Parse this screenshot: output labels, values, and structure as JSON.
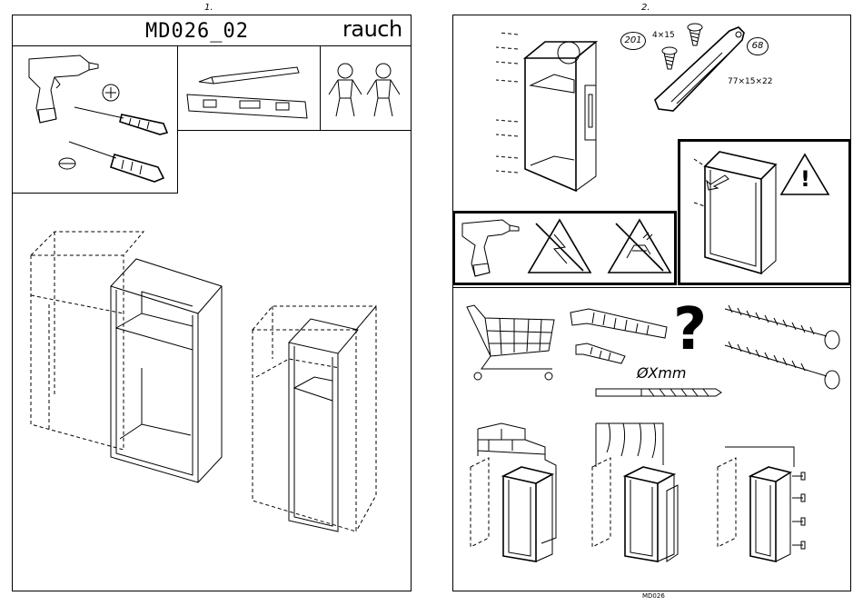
{
  "left_page": {
    "page_number": "1.",
    "model_code": "MD026_02",
    "brand": "rauch"
  },
  "right_page": {
    "page_number": "2.",
    "part_201": "201",
    "part_68": "68",
    "screw_size": "4×15",
    "bracket_size": "77×15×22",
    "drill_label": "ØXmm",
    "question_mark": "?",
    "warning_mark": "!",
    "footer_code": "MD026"
  }
}
